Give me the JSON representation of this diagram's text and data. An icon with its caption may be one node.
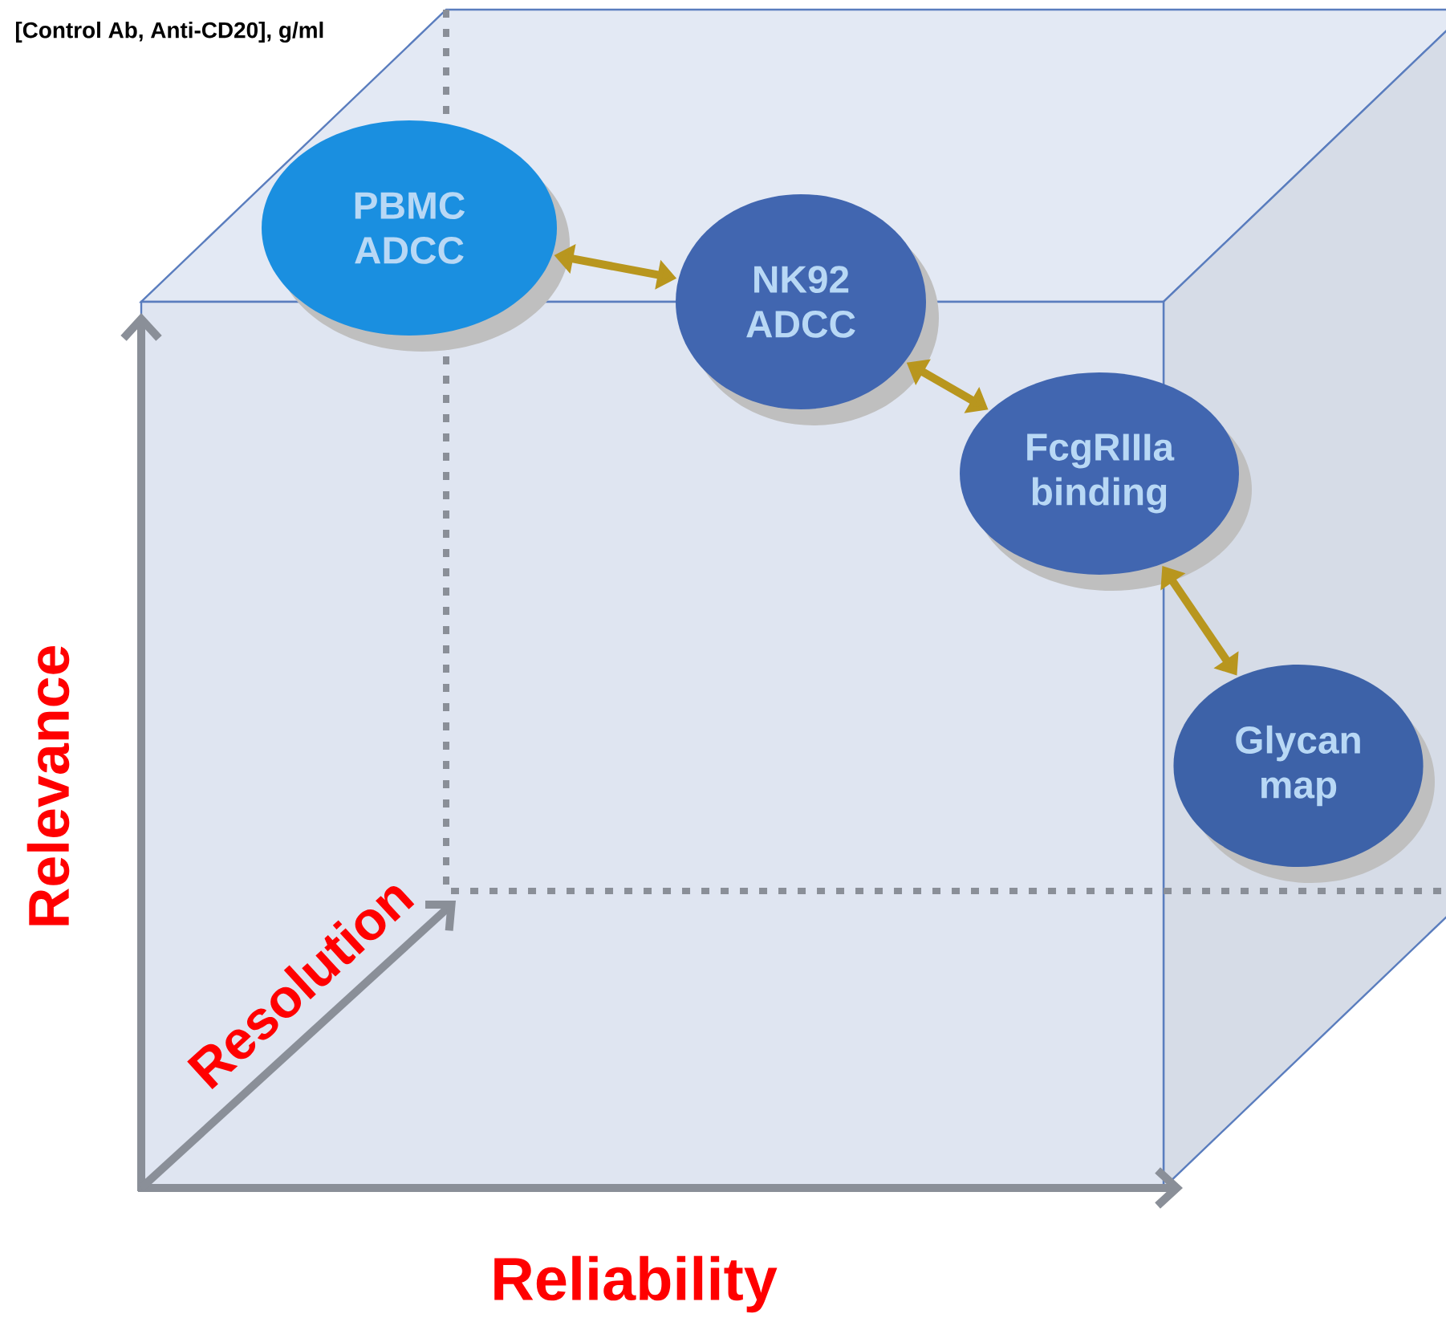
{
  "diagram": {
    "nodes": [
      {
        "text": [
          "PBMC ADCC"
        ]
      },
      {
        "text": [
          "NK92 ADCC"
        ]
      },
      {
        "text": [
          "FcgRIIIa binding"
        ]
      },
      {
        "text": [
          "Glycan map"
        ]
      }
    ],
    "edges": [
      {
        "from": 0,
        "to": 1,
        "arrow": "both"
      },
      {
        "from": 1,
        "to": 2,
        "arrow": "both"
      },
      {
        "from": 2,
        "to": 3,
        "arrow": "both"
      }
    ],
    "labels": [
      "[Control Ab, Anti-CD20], g/ml",
      "Relevance",
      "Resolution",
      "Reliability"
    ]
  }
}
